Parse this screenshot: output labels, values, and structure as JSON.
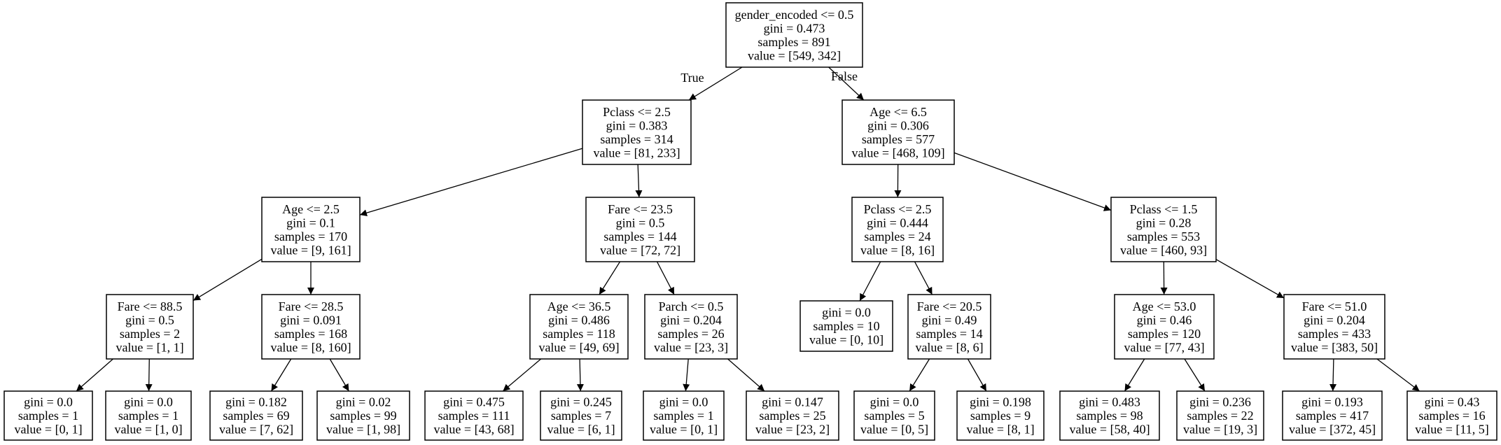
{
  "tree": {
    "edge_labels": {
      "true_label": "True",
      "false_label": "False"
    },
    "nodes": {
      "root": {
        "lines": [
          "gender_encoded <= 0.5",
          "gini = 0.473",
          "samples = 891",
          "value = [549, 342]"
        ]
      },
      "n1": {
        "lines": [
          "Pclass <= 2.5",
          "gini = 0.383",
          "samples = 314",
          "value = [81, 233]"
        ]
      },
      "n2": {
        "lines": [
          "Age <= 6.5",
          "gini = 0.306",
          "samples = 577",
          "value = [468, 109]"
        ]
      },
      "n1a": {
        "lines": [
          "Age <= 2.5",
          "gini = 0.1",
          "samples = 170",
          "value = [9, 161]"
        ]
      },
      "n1b": {
        "lines": [
          "Fare <= 23.5",
          "gini = 0.5",
          "samples = 144",
          "value = [72, 72]"
        ]
      },
      "n2a": {
        "lines": [
          "Pclass <= 2.5",
          "gini = 0.444",
          "samples = 24",
          "value = [8, 16]"
        ]
      },
      "n2b": {
        "lines": [
          "Pclass <= 1.5",
          "gini = 0.28",
          "samples = 553",
          "value = [460, 93]"
        ]
      },
      "n1a1": {
        "lines": [
          "Fare <= 88.5",
          "gini = 0.5",
          "samples = 2",
          "value = [1, 1]"
        ]
      },
      "n1a2": {
        "lines": [
          "Fare <= 28.5",
          "gini = 0.091",
          "samples = 168",
          "value = [8, 160]"
        ]
      },
      "n1b1": {
        "lines": [
          "Age <= 36.5",
          "gini = 0.486",
          "samples = 118",
          "value = [49, 69]"
        ]
      },
      "n1b2": {
        "lines": [
          "Parch <= 0.5",
          "gini = 0.204",
          "samples = 26",
          "value = [23, 3]"
        ]
      },
      "n2a1": {
        "lines": [
          "gini = 0.0",
          "samples = 10",
          "value = [0, 10]"
        ]
      },
      "n2a2": {
        "lines": [
          "Fare <= 20.5",
          "gini = 0.49",
          "samples = 14",
          "value = [8, 6]"
        ]
      },
      "n2b1": {
        "lines": [
          "Age <= 53.0",
          "gini = 0.46",
          "samples = 120",
          "value = [77, 43]"
        ]
      },
      "n2b2": {
        "lines": [
          "Fare <= 51.0",
          "gini = 0.204",
          "samples = 433",
          "value = [383, 50]"
        ]
      },
      "l1": {
        "lines": [
          "gini = 0.0",
          "samples = 1",
          "value = [0, 1]"
        ]
      },
      "l2": {
        "lines": [
          "gini = 0.0",
          "samples = 1",
          "value = [1, 0]"
        ]
      },
      "l3": {
        "lines": [
          "gini = 0.182",
          "samples = 69",
          "value = [7, 62]"
        ]
      },
      "l4": {
        "lines": [
          "gini = 0.02",
          "samples = 99",
          "value = [1, 98]"
        ]
      },
      "l5": {
        "lines": [
          "gini = 0.475",
          "samples = 111",
          "value = [43, 68]"
        ]
      },
      "l6": {
        "lines": [
          "gini = 0.245",
          "samples = 7",
          "value = [6, 1]"
        ]
      },
      "l7": {
        "lines": [
          "gini = 0.0",
          "samples = 1",
          "value = [0, 1]"
        ]
      },
      "l8": {
        "lines": [
          "gini = 0.147",
          "samples = 25",
          "value = [23, 2]"
        ]
      },
      "l9": {
        "lines": [
          "gini = 0.0",
          "samples = 5",
          "value = [0, 5]"
        ]
      },
      "l10": {
        "lines": [
          "gini = 0.198",
          "samples = 9",
          "value = [8, 1]"
        ]
      },
      "l11": {
        "lines": [
          "gini = 0.483",
          "samples = 98",
          "value = [58, 40]"
        ]
      },
      "l12": {
        "lines": [
          "gini = 0.236",
          "samples = 22",
          "value = [19, 3]"
        ]
      },
      "l13": {
        "lines": [
          "gini = 0.193",
          "samples = 417",
          "value = [372, 45]"
        ]
      },
      "l14": {
        "lines": [
          "gini = 0.43",
          "samples = 16",
          "value = [11, 5]"
        ]
      }
    },
    "edges": [
      [
        "root",
        "n1"
      ],
      [
        "root",
        "n2"
      ],
      [
        "n1",
        "n1a"
      ],
      [
        "n1",
        "n1b"
      ],
      [
        "n2",
        "n2a"
      ],
      [
        "n2",
        "n2b"
      ],
      [
        "n1a",
        "n1a1"
      ],
      [
        "n1a",
        "n1a2"
      ],
      [
        "n1b",
        "n1b1"
      ],
      [
        "n1b",
        "n1b2"
      ],
      [
        "n2a",
        "n2a1"
      ],
      [
        "n2a",
        "n2a2"
      ],
      [
        "n2b",
        "n2b1"
      ],
      [
        "n2b",
        "n2b2"
      ],
      [
        "n1a1",
        "l1"
      ],
      [
        "n1a1",
        "l2"
      ],
      [
        "n1a2",
        "l3"
      ],
      [
        "n1a2",
        "l4"
      ],
      [
        "n1b1",
        "l5"
      ],
      [
        "n1b1",
        "l6"
      ],
      [
        "n1b2",
        "l7"
      ],
      [
        "n1b2",
        "l8"
      ],
      [
        "n2a2",
        "l9"
      ],
      [
        "n2a2",
        "l10"
      ],
      [
        "n2b1",
        "l11"
      ],
      [
        "n2b1",
        "l12"
      ],
      [
        "n2b2",
        "l13"
      ],
      [
        "n2b2",
        "l14"
      ]
    ]
  }
}
